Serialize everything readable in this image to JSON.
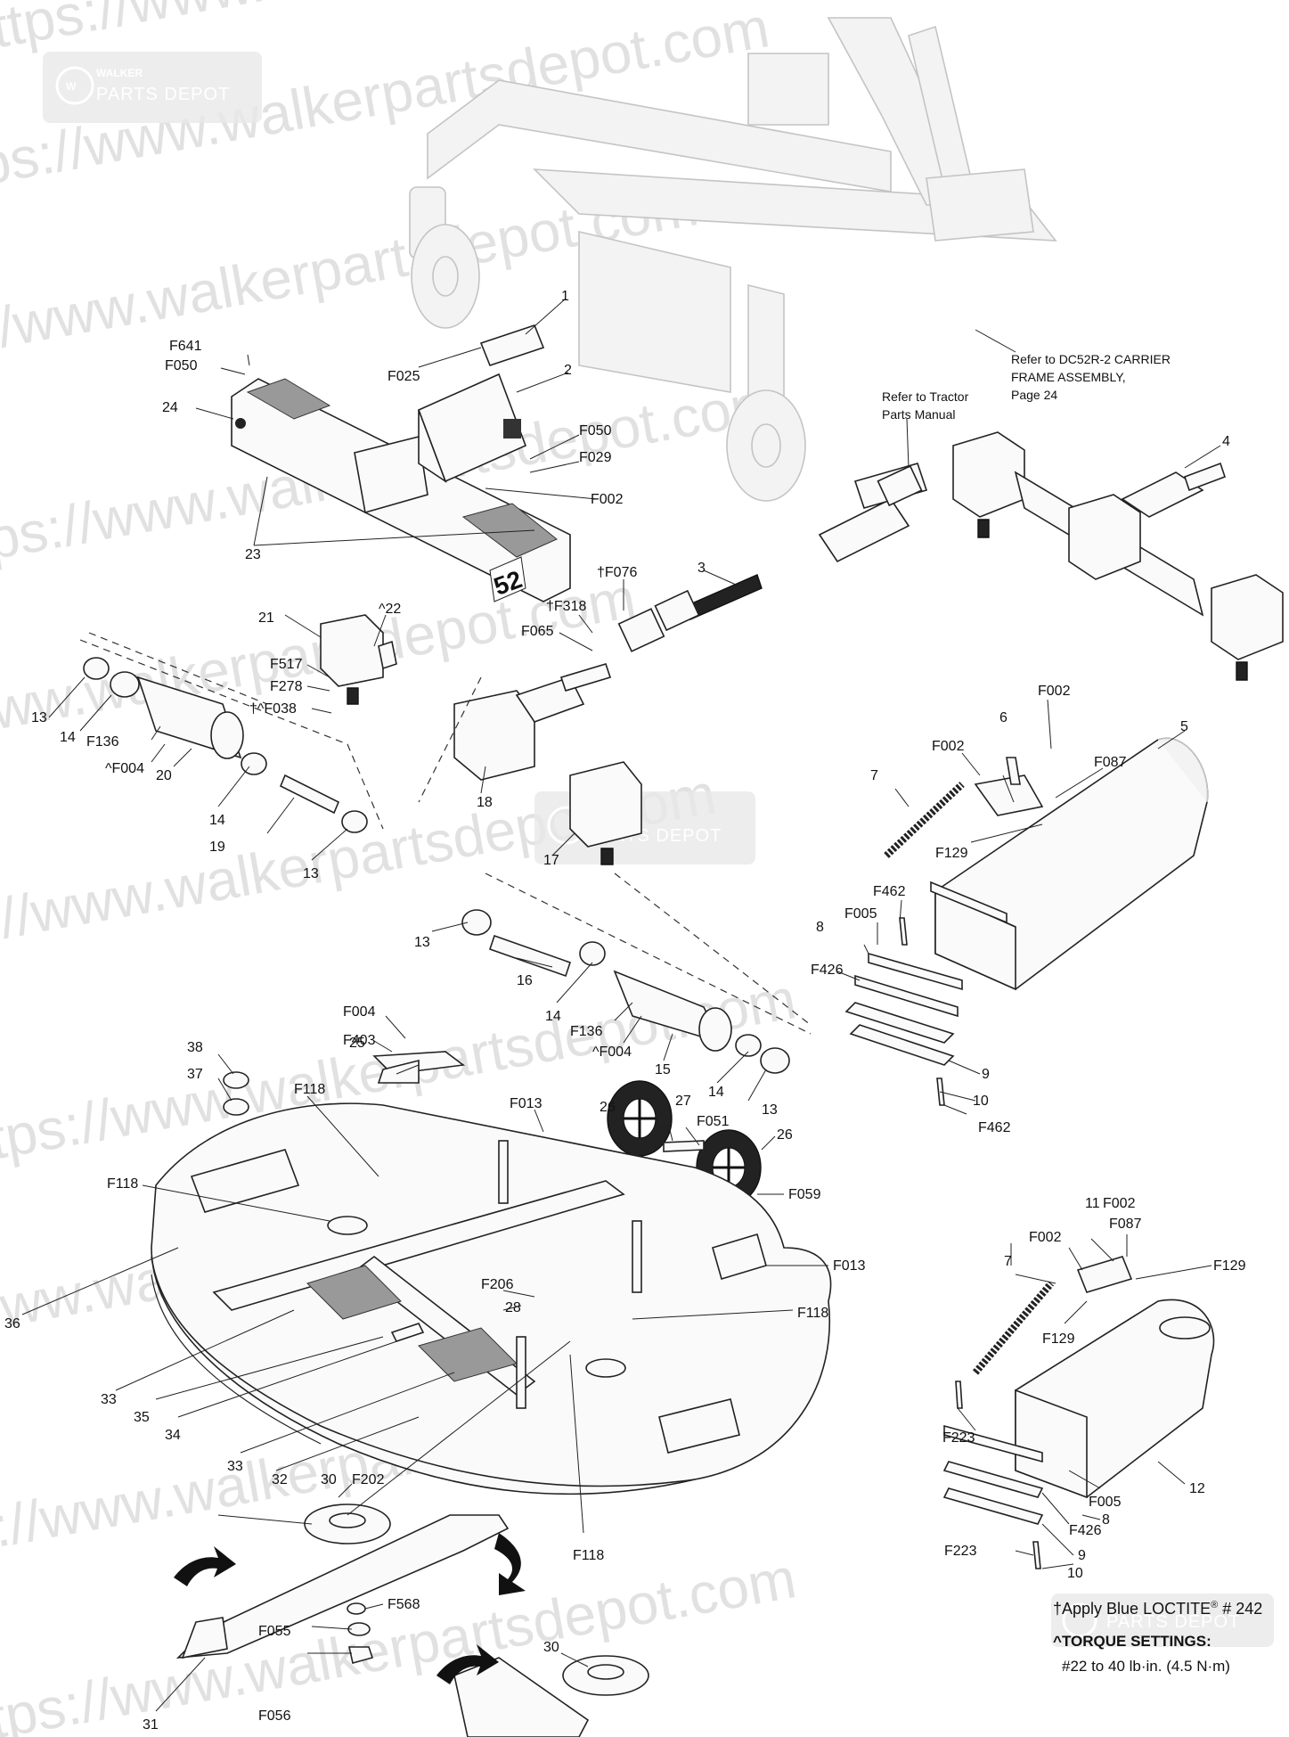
{
  "watermark": {
    "url_text": "https://www.walkerpartsdepot.com",
    "logo_top": "WALKER",
    "logo_bottom": "PARTS DEPOT"
  },
  "notes": {
    "carrier_frame": [
      "Refer to DC52R-2 CARRIER",
      "FRAME ASSEMBLY,",
      "Page 24"
    ],
    "tractor_manual": [
      "Refer to Tractor",
      "Parts Manual"
    ]
  },
  "deck_decal_number": "52",
  "legend": {
    "loctite_symbol": "†",
    "loctite_text": "Apply Blue LOCTITE",
    "loctite_reg": "®",
    "loctite_number": " # 242",
    "torque_symbol": "^",
    "torque_title": "TORQUE SETTINGS:",
    "torque_value": "#22 to 40 lb·in. (4.5 N·m)"
  },
  "callouts": [
    {
      "id": "c1",
      "text": "1"
    },
    {
      "id": "c2",
      "text": "2"
    },
    {
      "id": "c3",
      "text": "3"
    },
    {
      "id": "c4",
      "text": "4"
    },
    {
      "id": "c5",
      "text": "5"
    },
    {
      "id": "c6",
      "text": "6"
    },
    {
      "id": "c7a",
      "text": "7"
    },
    {
      "id": "c7b",
      "text": "7"
    },
    {
      "id": "c8a",
      "text": "8"
    },
    {
      "id": "c8b",
      "text": "8"
    },
    {
      "id": "c9a",
      "text": "9"
    },
    {
      "id": "c9b",
      "text": "9"
    },
    {
      "id": "c10a",
      "text": "10"
    },
    {
      "id": "c10b",
      "text": "10"
    },
    {
      "id": "c11",
      "text": "11"
    },
    {
      "id": "c12",
      "text": "12"
    },
    {
      "id": "c13a",
      "text": "13"
    },
    {
      "id": "c13b",
      "text": "13"
    },
    {
      "id": "c13c",
      "text": "13"
    },
    {
      "id": "c13d",
      "text": "13"
    },
    {
      "id": "c14a",
      "text": "14"
    },
    {
      "id": "c14b",
      "text": "14"
    },
    {
      "id": "c14c",
      "text": "14"
    },
    {
      "id": "c14d",
      "text": "14"
    },
    {
      "id": "c15",
      "text": "15"
    },
    {
      "id": "c16",
      "text": "16"
    },
    {
      "id": "c17",
      "text": "17"
    },
    {
      "id": "c18",
      "text": "18"
    },
    {
      "id": "c19",
      "text": "19"
    },
    {
      "id": "c20",
      "text": "20"
    },
    {
      "id": "c21",
      "text": "21"
    },
    {
      "id": "c22",
      "text": "^22"
    },
    {
      "id": "c23",
      "text": "23"
    },
    {
      "id": "c24",
      "text": "24"
    },
    {
      "id": "c25",
      "text": "25"
    },
    {
      "id": "c26a",
      "text": "26"
    },
    {
      "id": "c26b",
      "text": "26"
    },
    {
      "id": "c27",
      "text": "27"
    },
    {
      "id": "c28",
      "text": "28"
    },
    {
      "id": "c30a",
      "text": "30"
    },
    {
      "id": "c30b",
      "text": "30"
    },
    {
      "id": "c31",
      "text": "31"
    },
    {
      "id": "c32",
      "text": "32"
    },
    {
      "id": "c33a",
      "text": "33"
    },
    {
      "id": "c33b",
      "text": "33"
    },
    {
      "id": "c34",
      "text": "34"
    },
    {
      "id": "c35",
      "text": "35"
    },
    {
      "id": "c36",
      "text": "36"
    },
    {
      "id": "c37",
      "text": "37"
    },
    {
      "id": "c38",
      "text": "38"
    },
    {
      "id": "cF641",
      "text": "F641"
    },
    {
      "id": "cF050a",
      "text": "F050"
    },
    {
      "id": "cF025",
      "text": "F025"
    },
    {
      "id": "cF050b",
      "text": "F050"
    },
    {
      "id": "cF029",
      "text": "F029"
    },
    {
      "id": "cF002a",
      "text": "F002"
    },
    {
      "id": "cF076",
      "text": "†F076"
    },
    {
      "id": "cF318",
      "text": "†F318"
    },
    {
      "id": "cF065",
      "text": "F065"
    },
    {
      "id": "cF517",
      "text": "F517"
    },
    {
      "id": "cF278",
      "text": "F278"
    },
    {
      "id": "cF038",
      "text": "†^F038"
    },
    {
      "id": "cF136a",
      "text": "F136"
    },
    {
      "id": "cF004a",
      "text": "^F004"
    },
    {
      "id": "cF002b",
      "text": "F002"
    },
    {
      "id": "cF002c",
      "text": "F002"
    },
    {
      "id": "cF087a",
      "text": "F087"
    },
    {
      "id": "cF129a",
      "text": "F129"
    },
    {
      "id": "cF462a",
      "text": "F462"
    },
    {
      "id": "cF005a",
      "text": "F005"
    },
    {
      "id": "cF426a",
      "text": "F426"
    },
    {
      "id": "cF462b",
      "text": "F462"
    },
    {
      "id": "cF004b",
      "text": "F004"
    },
    {
      "id": "cF403",
      "text": "F403"
    },
    {
      "id": "cF136b",
      "text": "F136"
    },
    {
      "id": "cF004c",
      "text": "^F004"
    },
    {
      "id": "cF118a",
      "text": "F118"
    },
    {
      "id": "cF013a",
      "text": "F013"
    },
    {
      "id": "cF051",
      "text": "F051"
    },
    {
      "id": "cF059",
      "text": "F059"
    },
    {
      "id": "cF118b",
      "text": "F118"
    },
    {
      "id": "cF013b",
      "text": "F013"
    },
    {
      "id": "cF206",
      "text": "F206"
    },
    {
      "id": "cF118c",
      "text": "F118"
    },
    {
      "id": "cF002d",
      "text": "F002"
    },
    {
      "id": "cF002e",
      "text": "F002"
    },
    {
      "id": "cF087b",
      "text": "F087"
    },
    {
      "id": "cF129b",
      "text": "F129"
    },
    {
      "id": "cF129c",
      "text": "F129"
    },
    {
      "id": "cF223a",
      "text": "F223"
    },
    {
      "id": "cF005b",
      "text": "F005"
    },
    {
      "id": "cF426b",
      "text": "F426"
    },
    {
      "id": "cF223b",
      "text": "F223"
    },
    {
      "id": "cF202",
      "text": "F202"
    },
    {
      "id": "cF118d",
      "text": "F118"
    },
    {
      "id": "cF568",
      "text": "F568"
    },
    {
      "id": "cF055",
      "text": "F055"
    },
    {
      "id": "cF056",
      "text": "F056"
    }
  ]
}
